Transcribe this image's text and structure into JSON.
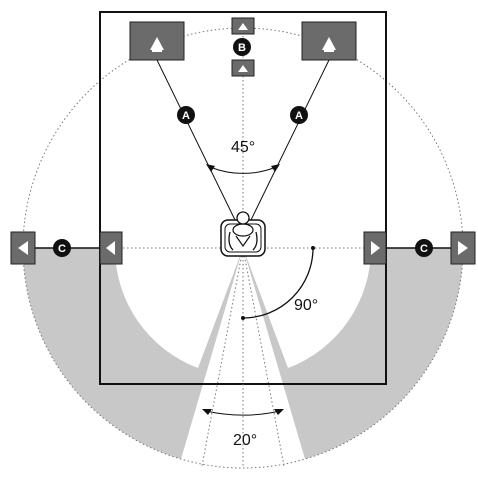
{
  "diagram": {
    "angles": {
      "front": "45°",
      "side": "90°",
      "rear": "20°"
    },
    "markers": {
      "a": "A",
      "b": "B",
      "c": "C"
    },
    "colors": {
      "speaker_fill": "#6b6b6b",
      "shade_fill": "#c8c8c8",
      "line": "#111111",
      "marker_fill": "#111111",
      "marker_text": "#ffffff"
    },
    "icons": {
      "speaker": "speaker-icon",
      "listener": "listener-icon"
    }
  }
}
